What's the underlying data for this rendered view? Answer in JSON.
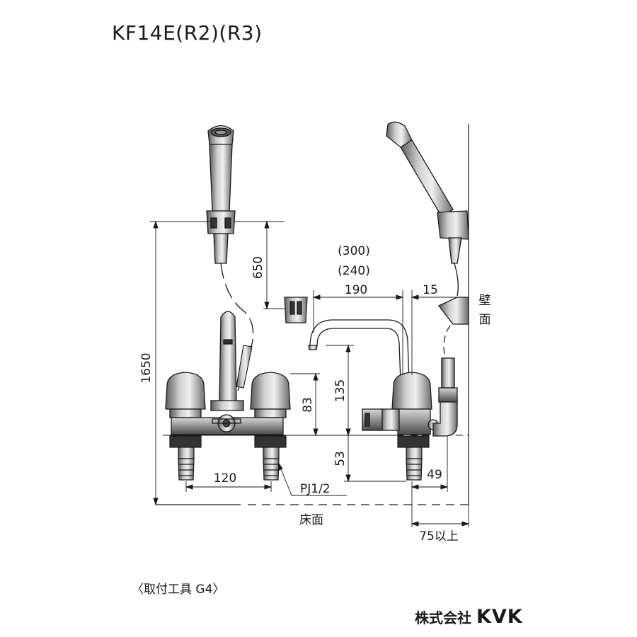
{
  "title": "KF14E(R2)(R3)",
  "tools_note": "〈取付工具 G4〉",
  "brand": {
    "company": "株式会社",
    "logo": "KVK"
  },
  "dimensions": {
    "d1650": "1650",
    "d650": "650",
    "d300": "(300)",
    "d240": "(240)",
    "d190": "190",
    "d15": "15",
    "d135": "135",
    "d83": "83",
    "d53": "53",
    "d120": "120",
    "d49": "49",
    "d75": "75以上",
    "pj": "PJ1/2"
  },
  "labels": {
    "floor": "床面",
    "wall_1": "壁",
    "wall_2": "面"
  },
  "colors": {
    "line": "#1a1a1a",
    "fill_dark": "#6e6e6e",
    "fill_mid": "#a0a0a0",
    "fill_light": "#d8d8d8"
  }
}
